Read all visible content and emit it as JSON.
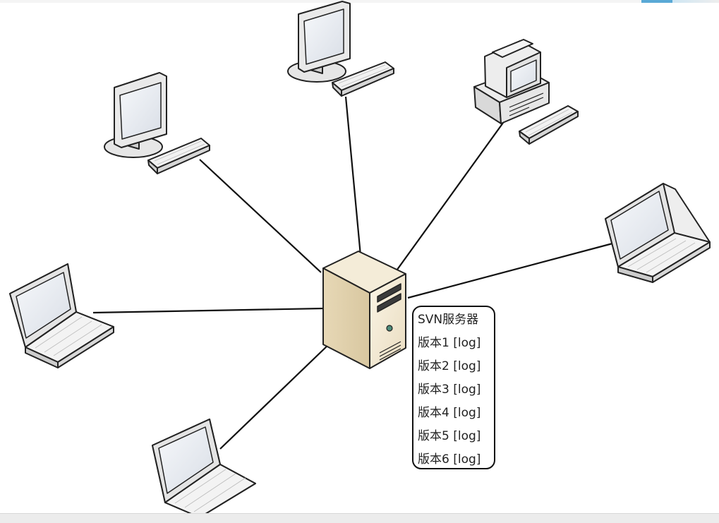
{
  "diagram": {
    "nodes": [
      {
        "id": "desktop-top",
        "kind": "desktop-monitor"
      },
      {
        "id": "desktop-left",
        "kind": "desktop-monitor"
      },
      {
        "id": "desktop-tower-right",
        "kind": "desktop-tower"
      },
      {
        "id": "laptop-right",
        "kind": "laptop"
      },
      {
        "id": "laptop-left",
        "kind": "laptop"
      },
      {
        "id": "laptop-bottom-left",
        "kind": "laptop"
      },
      {
        "id": "server",
        "kind": "server-tower"
      }
    ],
    "edges": [
      [
        "server",
        "desktop-left"
      ],
      [
        "server",
        "desktop-top"
      ],
      [
        "server",
        "desktop-tower-right"
      ],
      [
        "server",
        "laptop-right"
      ],
      [
        "server",
        "laptop-left"
      ],
      [
        "server",
        "laptop-bottom-left"
      ]
    ]
  },
  "server_box": {
    "title": "SVN服务器",
    "versions": [
      "版本1 [log]",
      "版本2 [log]",
      "版本3 [log]",
      "版本4 [log]",
      "版本5 [log]",
      "版本6 [log]"
    ]
  }
}
